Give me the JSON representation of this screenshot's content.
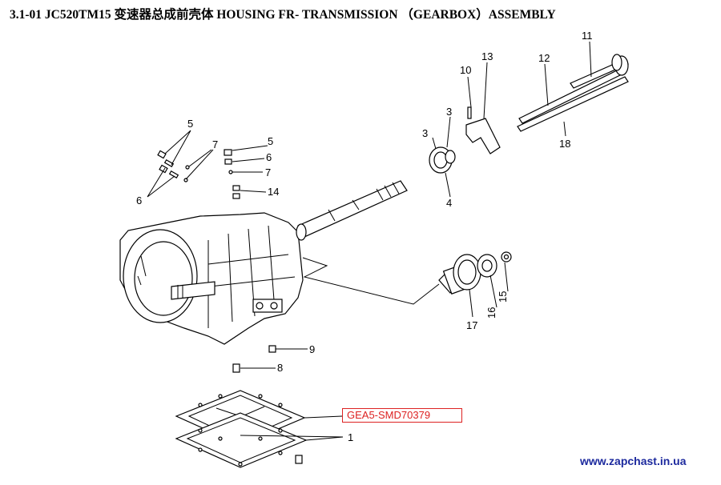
{
  "title": "3.1-01 JC520TM15 变速器总成前壳体 HOUSING FR- TRANSMISSION （GEARBOX）ASSEMBLY",
  "part_code": "GEA5-SMD70379",
  "watermark": "www.zapchast.in.ua",
  "callouts": {
    "c1": "1",
    "c3a": "3",
    "c3b": "3",
    "c4": "4",
    "c5a": "5",
    "c5b": "5",
    "c6a": "6",
    "c6b": "6",
    "c7a": "7",
    "c7b": "7",
    "c8": "8",
    "c9": "9",
    "c10": "10",
    "c11": "11",
    "c12": "12",
    "c13": "13",
    "c14": "14",
    "c15": "15",
    "c16": "16",
    "c17": "17",
    "c18": "18"
  },
  "colors": {
    "part_code": "#dd2222",
    "watermark": "#1d2a9e",
    "line": "#000000"
  }
}
